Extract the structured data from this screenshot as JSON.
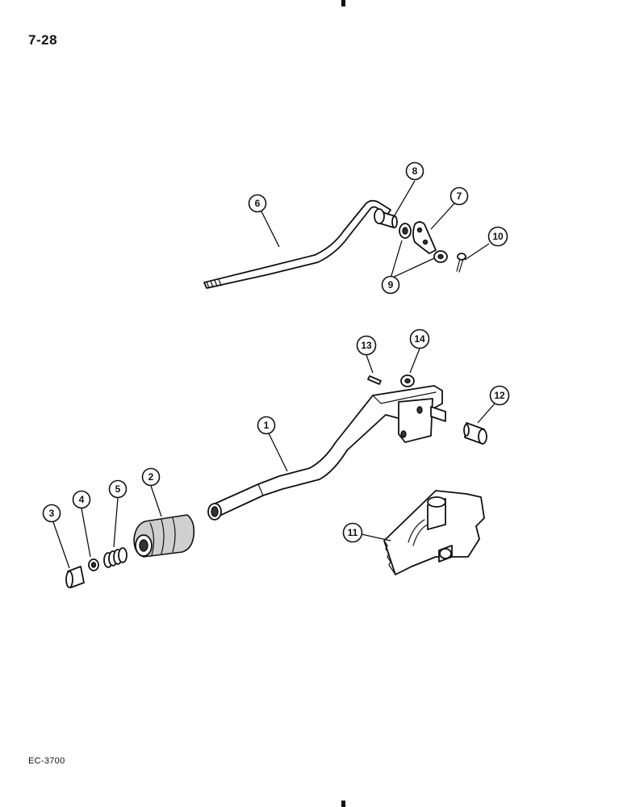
{
  "page": {
    "number": "7-28",
    "figure_code": "EC-3700"
  },
  "callouts": [
    {
      "id": "c1",
      "label": "1"
    },
    {
      "id": "c2",
      "label": "2"
    },
    {
      "id": "c3",
      "label": "3"
    },
    {
      "id": "c4",
      "label": "4"
    },
    {
      "id": "c5",
      "label": "5"
    },
    {
      "id": "c6",
      "label": "6"
    },
    {
      "id": "c7",
      "label": "7"
    },
    {
      "id": "c8",
      "label": "8"
    },
    {
      "id": "c9",
      "label": "9"
    },
    {
      "id": "c10",
      "label": "10"
    },
    {
      "id": "c11",
      "label": "11"
    },
    {
      "id": "c12",
      "label": "12"
    },
    {
      "id": "c13",
      "label": "13"
    },
    {
      "id": "c14",
      "label": "14"
    }
  ]
}
